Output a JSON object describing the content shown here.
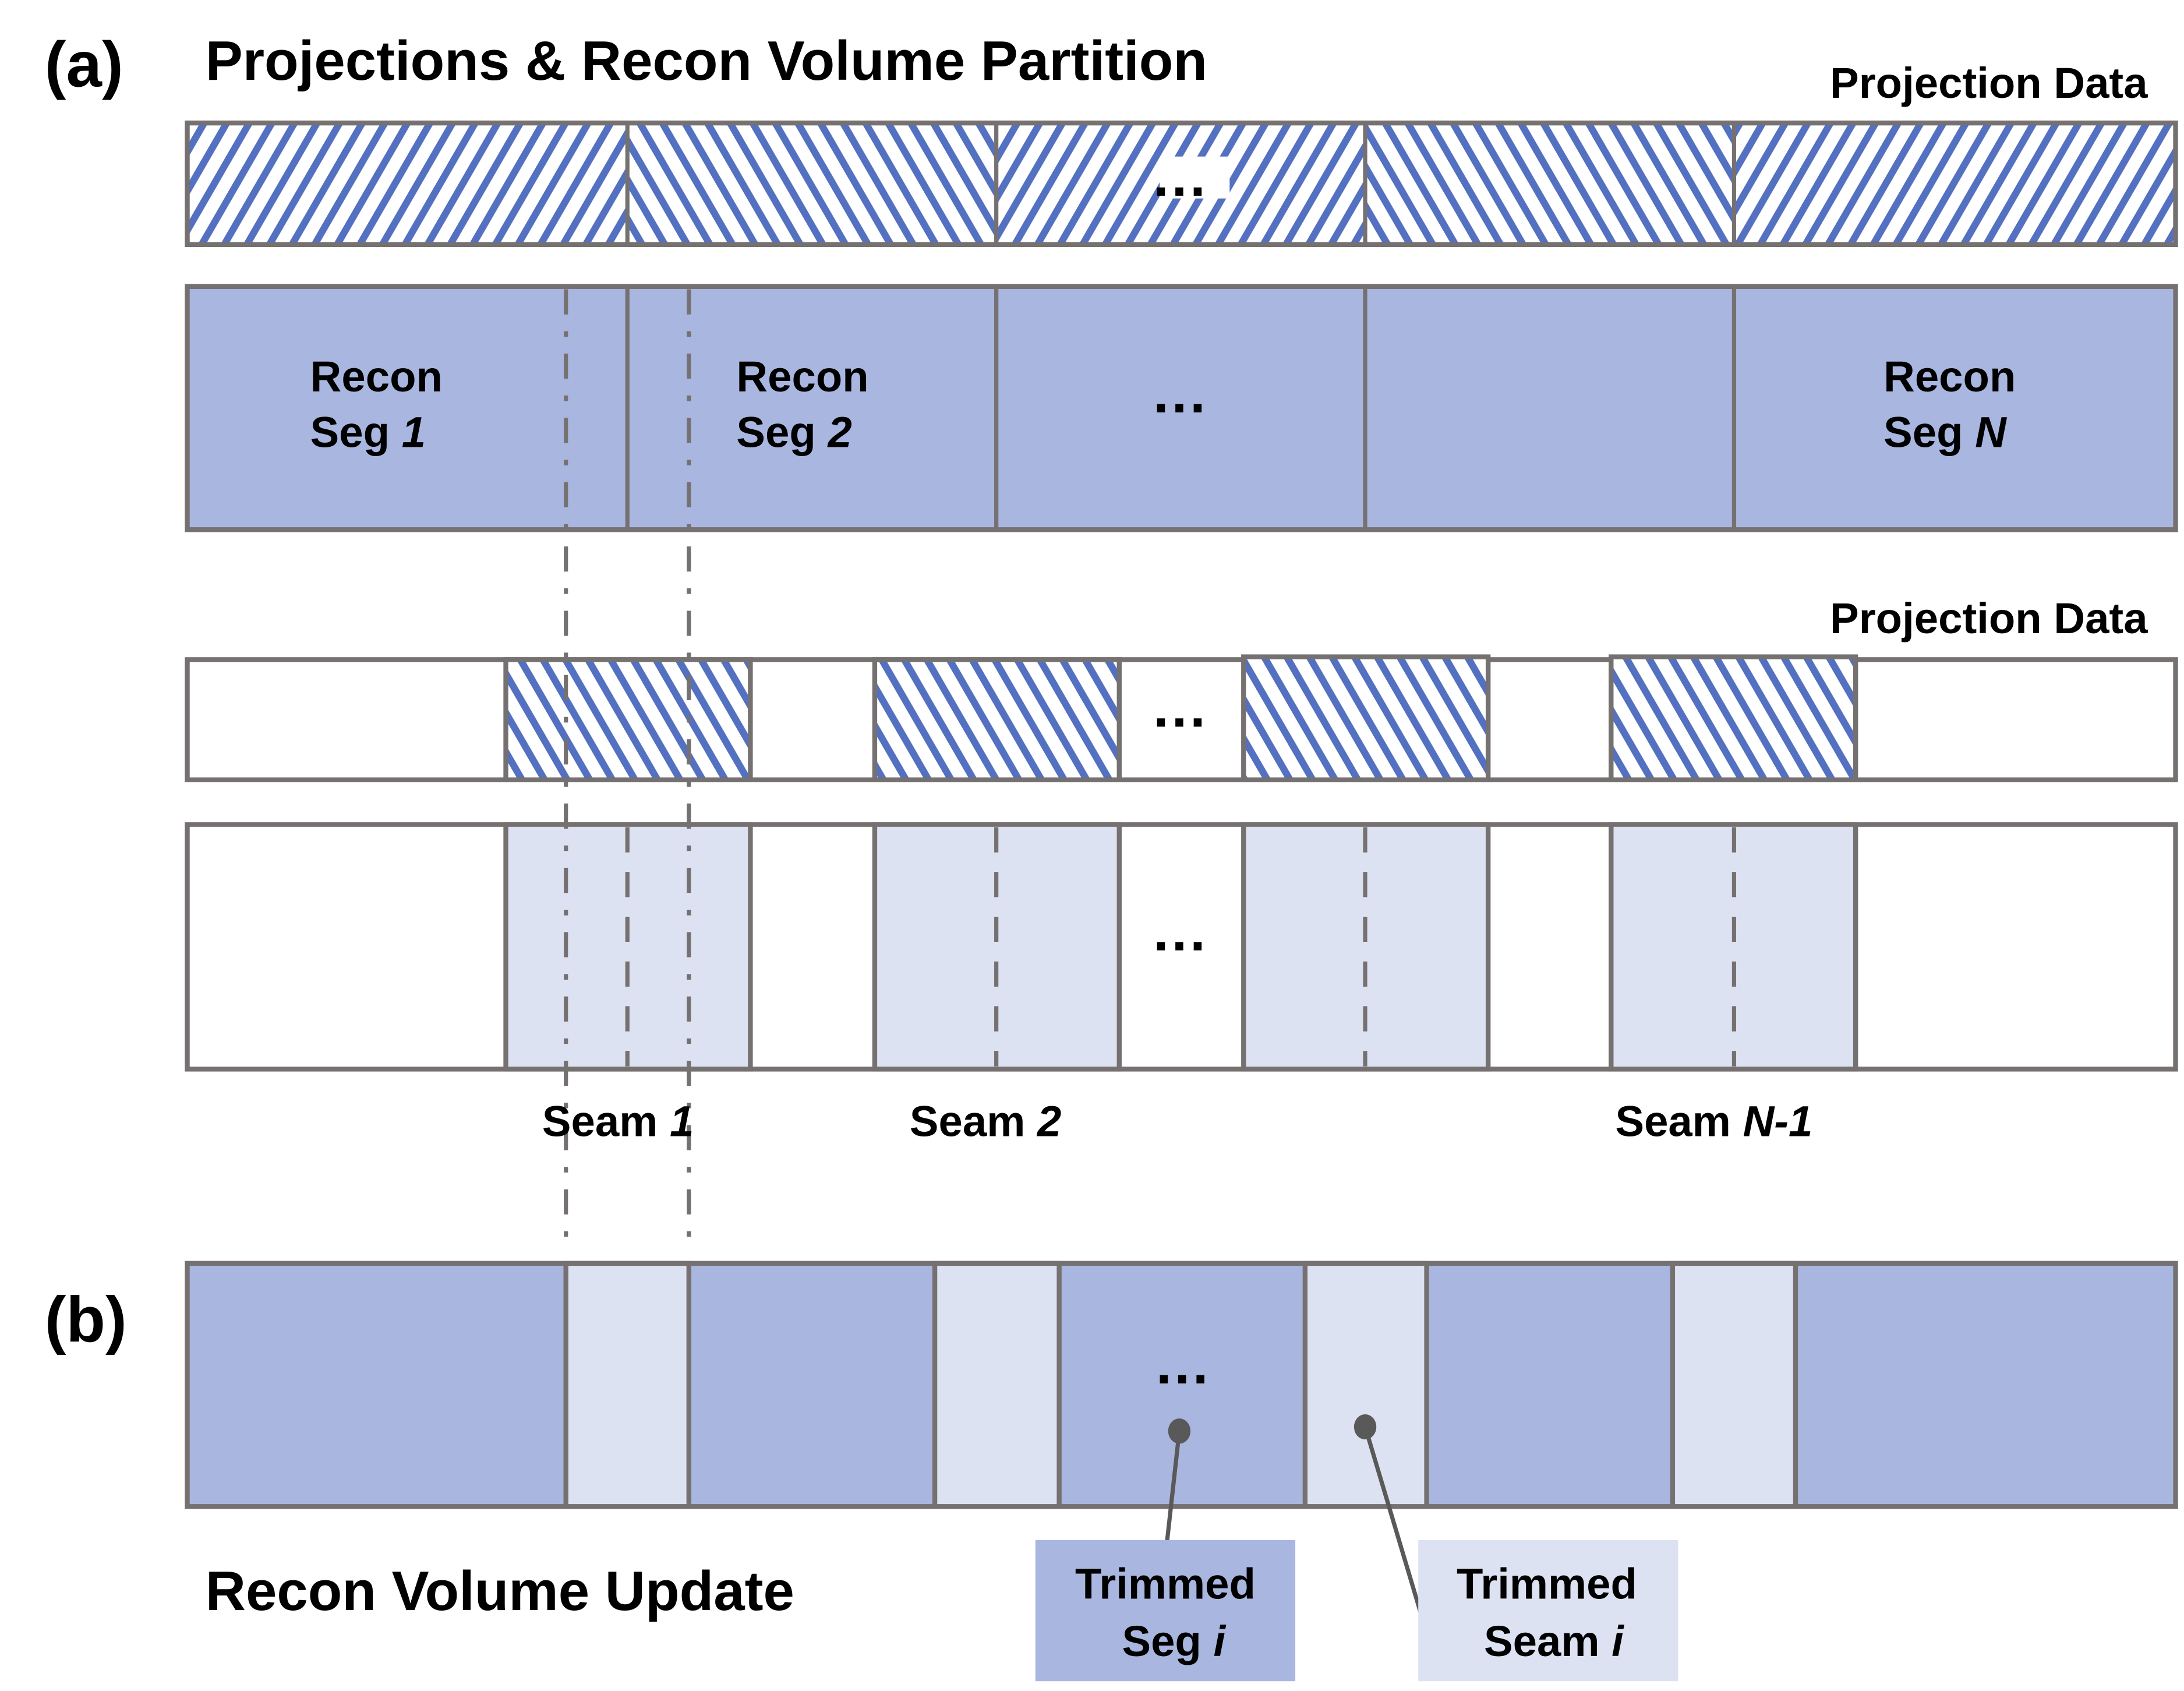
{
  "colors": {
    "segment_fill": "#A9B6DF",
    "seam_fill": "#DDE2F2",
    "hatch_stroke": "#5470C0",
    "outline": "#767171",
    "leader": "#595959"
  },
  "panel_a": {
    "label": "(a)",
    "title": "Projections & Recon Volume Partition",
    "projection_data_label_top": "Projection Data",
    "recon_segments": [
      {
        "line1": "Recon",
        "line2_prefix": "Seg ",
        "line2_italic": "1"
      },
      {
        "line1": "Recon",
        "line2_prefix": "Seg ",
        "line2_italic": "2"
      },
      {
        "ellipsis": "..."
      },
      {},
      {
        "line1": "Recon",
        "line2_prefix": "Seg ",
        "line2_italic": "N"
      }
    ],
    "top_ellipsis": "...",
    "projection_data_label_seam": "Projection Data",
    "seam_projection_ellipsis": "...",
    "seam_volume_ellipsis": "...",
    "seams": [
      {
        "prefix": "Seam ",
        "italic": "1"
      },
      {
        "prefix": "Seam ",
        "italic": "2"
      },
      {
        "prefix": "Seam ",
        "italic": "N-1"
      }
    ]
  },
  "panel_b": {
    "label": "(b)",
    "title": "Recon Volume Update",
    "ellipsis": "...",
    "legend": [
      {
        "line1": "Trimmed",
        "line2_prefix": "Seg ",
        "line2_italic": "i",
        "kind": "segment"
      },
      {
        "line1": "Trimmed",
        "line2_prefix": "Seam ",
        "line2_italic": "i",
        "kind": "seam"
      }
    ]
  }
}
